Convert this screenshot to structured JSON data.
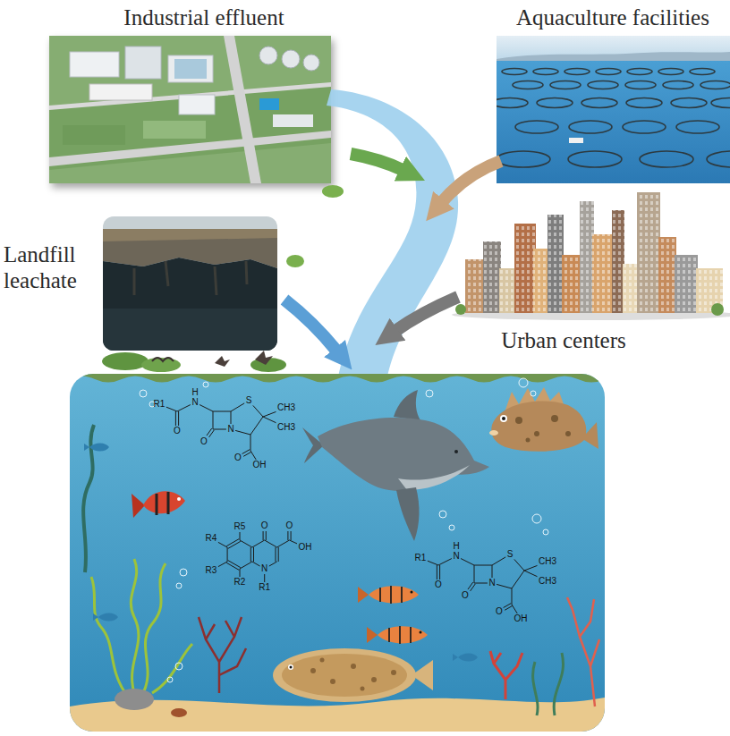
{
  "diagram": {
    "nodes": [
      {
        "text": [
          "Industrial effluent"
        ]
      },
      {
        "text": [
          "Aquaculture facilities"
        ]
      },
      {
        "text": [
          "Landfill leachate"
        ]
      },
      {
        "text": [
          "Urban centers"
        ]
      }
    ],
    "labels": [
      "R1",
      "O",
      "N",
      "H",
      "N",
      "O",
      "S",
      "CH3",
      "CH3",
      "O",
      "OH",
      "R5",
      "O",
      "O",
      "R4",
      "OH",
      "R3",
      "N",
      "R2",
      "R1",
      "R1",
      "O",
      "N",
      "H",
      "N",
      "O",
      "S",
      "CH3",
      "CH3",
      "O",
      "OH"
    ]
  }
}
